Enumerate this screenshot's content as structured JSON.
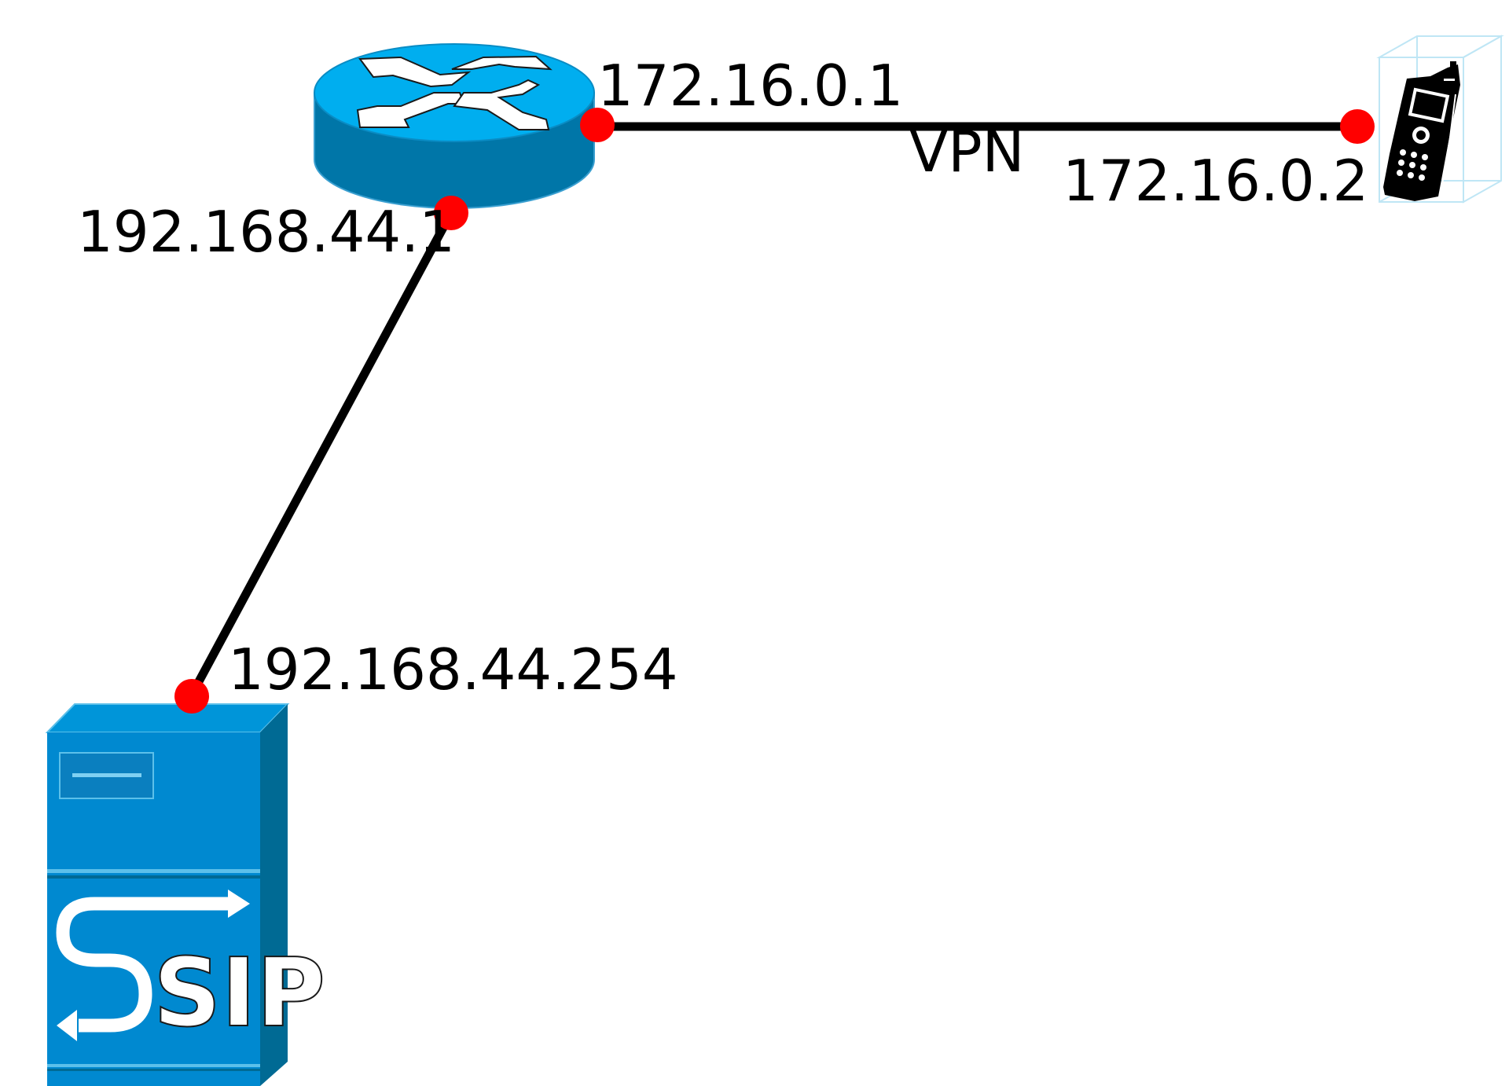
{
  "diagram": {
    "nodes": {
      "router": {
        "icon": "router-icon"
      },
      "phone": {
        "icon": "mobile-phone-icon"
      },
      "sip_server": {
        "icon": "sip-server-icon",
        "logo_text": "SIP"
      }
    },
    "links": {
      "vpn": {
        "label": "VPN"
      },
      "lan": {
        "label": ""
      }
    },
    "interfaces": {
      "router_vpn": "172.16.0.1",
      "phone_vpn": "172.16.0.2",
      "router_lan": "192.168.44.1",
      "sip_lan": "192.168.44.254"
    }
  },
  "colors": {
    "endpoint": "#ff0000",
    "link": "#000000",
    "router_top": "#00aeef",
    "router_side": "#0076a8",
    "server_front": "#0089d0",
    "server_side": "#006a94"
  }
}
